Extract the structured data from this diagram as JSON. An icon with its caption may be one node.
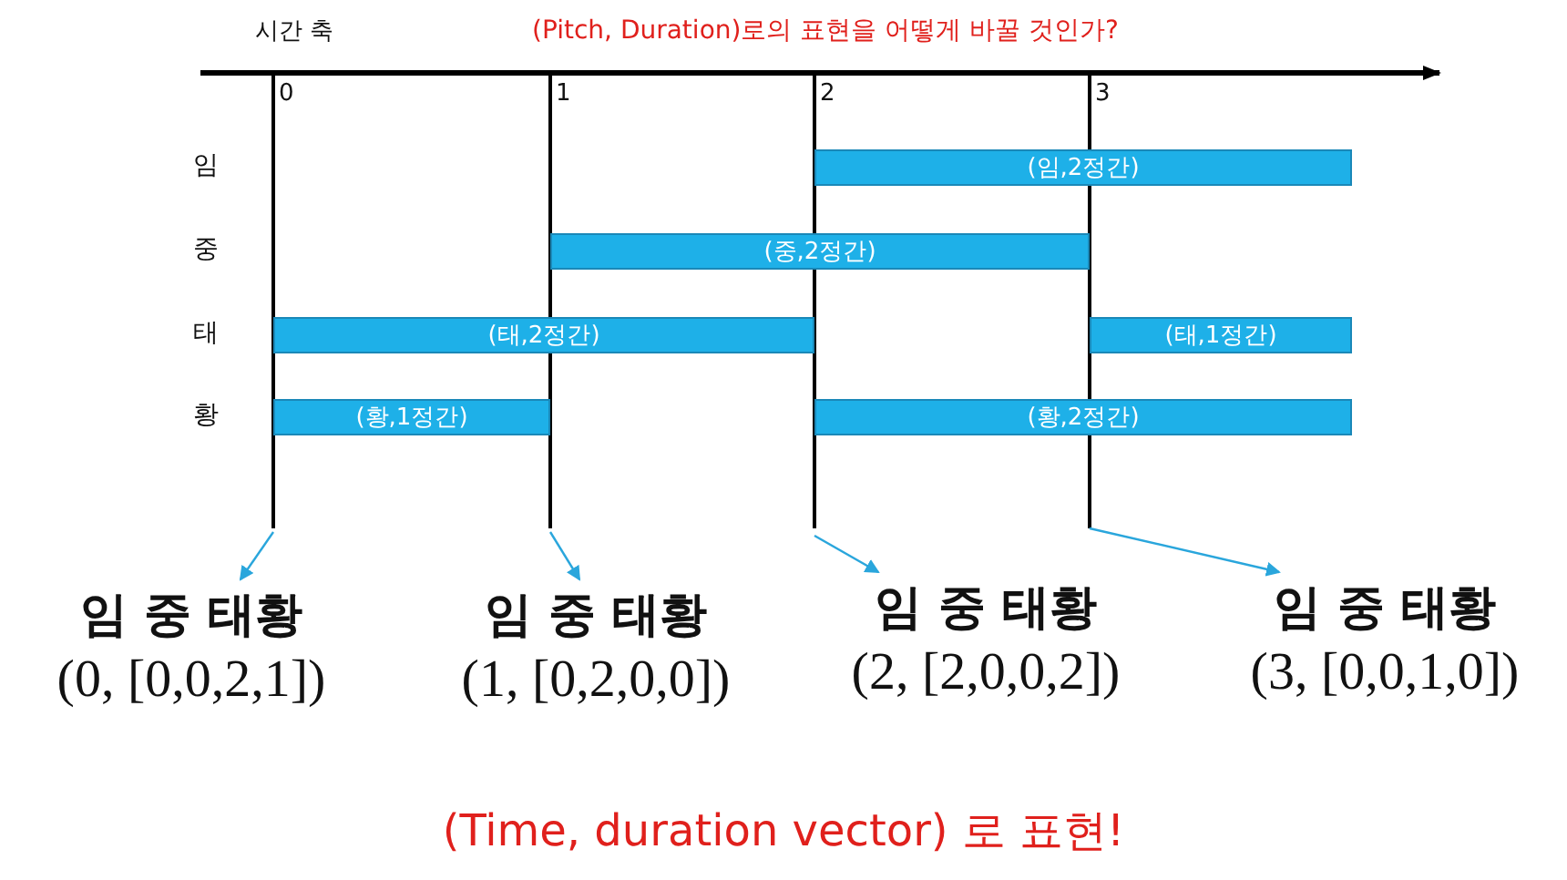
{
  "diagram": {
    "title": "(Pitch, Duration)로의 표현을 어떻게 바꿀 것인가?",
    "caption": "(Time, duration vector) 로 표현!",
    "nodes": [
      {
        "text": [
          "(임,2정간)"
        ]
      },
      {
        "text": [
          "(중,2정간)"
        ]
      },
      {
        "text": [
          "(태,2정간)"
        ]
      },
      {
        "text": [
          "(태,1정간)"
        ]
      },
      {
        "text": [
          "(황,1정간)"
        ]
      },
      {
        "text": [
          "(황,2정간)"
        ]
      },
      {
        "text": [
          "임 중 태황",
          "(0, [0,0,2,1])"
        ]
      },
      {
        "text": [
          "임 중 태황",
          "(1, [0,2,0,0])"
        ]
      },
      {
        "text": [
          "임 중 태황",
          "(2, [2,0,0,2])"
        ]
      },
      {
        "text": [
          "임 중 태황",
          "(3, [0,0,1,0])"
        ]
      }
    ],
    "edges": [
      {
        "from": null,
        "to": 6,
        "arrow": "to"
      },
      {
        "from": null,
        "to": 7,
        "arrow": "to"
      },
      {
        "from": null,
        "to": 8,
        "arrow": "to"
      },
      {
        "from": null,
        "to": 9,
        "arrow": "to"
      }
    ],
    "labels": [
      "시간 축",
      "0",
      "1",
      "2",
      "3",
      "임",
      "중",
      "태",
      "황"
    ]
  }
}
